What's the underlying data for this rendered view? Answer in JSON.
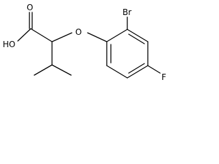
{
  "structure": {
    "atoms": {
      "oxygen_carbonyl": "O",
      "hydroxyl": "HO",
      "ether_oxygen": "O",
      "bromine": "Br",
      "fluorine": "F"
    }
  },
  "colors": {
    "bond": "#000000",
    "text": "#000000",
    "background": "#ffffff"
  }
}
